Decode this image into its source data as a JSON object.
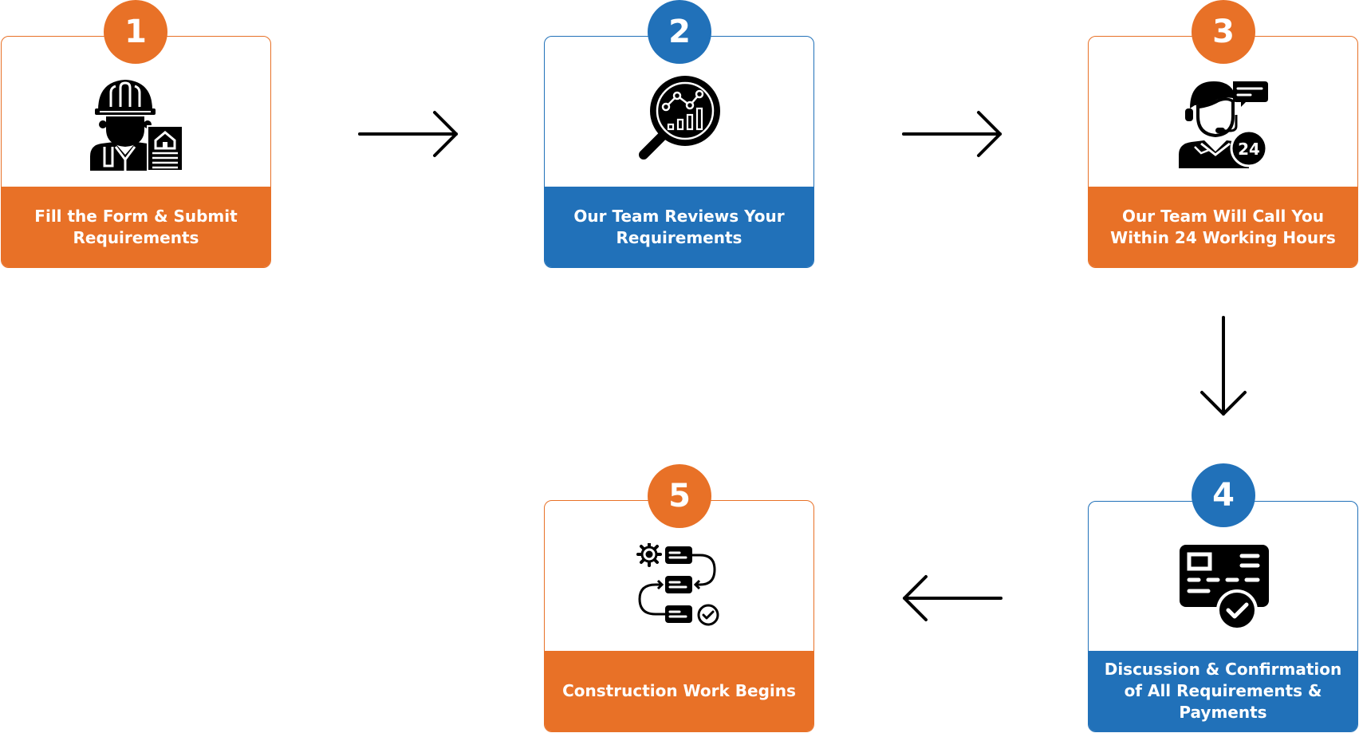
{
  "diagram": {
    "colors": {
      "orange": "#E87127",
      "blue": "#2171B9",
      "arrow": "#000000"
    },
    "steps": [
      {
        "number": "1",
        "label": "Fill the Form & Submit Requirements",
        "icon": "engineer-with-house-plan-icon",
        "color": "orange"
      },
      {
        "number": "2",
        "label": "Our Team Reviews Your Requirements",
        "icon": "magnifier-analytics-icon",
        "color": "blue"
      },
      {
        "number": "3",
        "label": "Our Team Will Call You Within 24 Working Hours",
        "icon": "support-agent-24h-icon",
        "color": "orange"
      },
      {
        "number": "4",
        "label": "Discussion & Confirmation of All Requirements & Payments",
        "icon": "card-approved-icon",
        "color": "blue"
      },
      {
        "number": "5",
        "label": "Construction Work Begins",
        "icon": "workflow-process-icon",
        "color": "orange"
      }
    ],
    "arrows": [
      {
        "from": "1",
        "to": "2",
        "direction": "right"
      },
      {
        "from": "2",
        "to": "3",
        "direction": "right"
      },
      {
        "from": "3",
        "to": "4",
        "direction": "down"
      },
      {
        "from": "4",
        "to": "5",
        "direction": "left"
      }
    ]
  }
}
